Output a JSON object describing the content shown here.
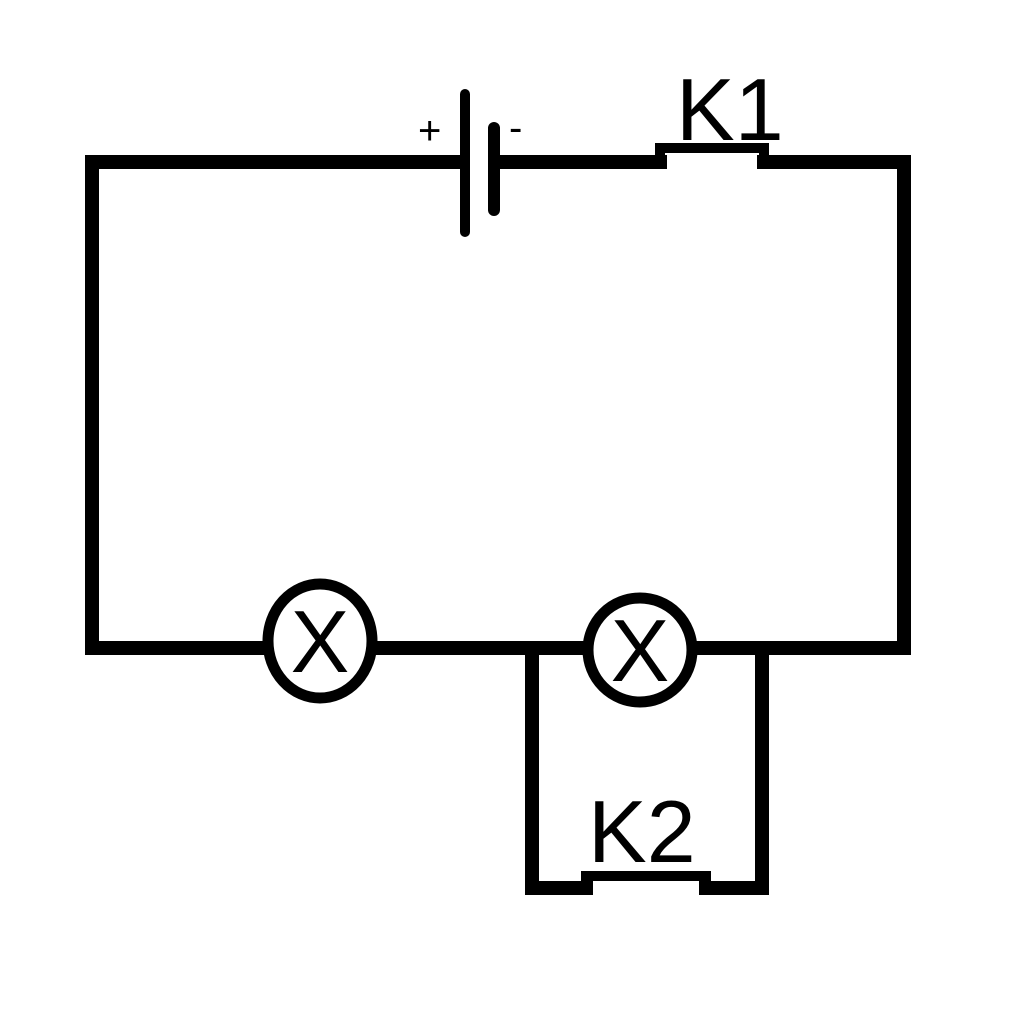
{
  "diagram": {
    "battery": {
      "plus_label": "+",
      "minus_label": "-"
    },
    "switches": {
      "k1": {
        "label": "K1"
      },
      "k2": {
        "label": "K2"
      }
    },
    "lamps": {
      "lamp1": {
        "symbol": "X"
      },
      "lamp2": {
        "symbol": "X"
      }
    }
  },
  "colors": {
    "wire": "#000000",
    "background": "#ffffff"
  }
}
